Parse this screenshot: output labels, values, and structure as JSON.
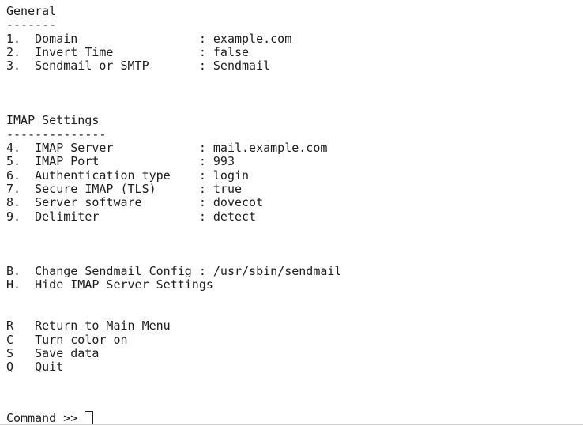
{
  "terminal": {
    "sections": [
      {
        "name": "general-section",
        "title": "General",
        "underline": "-------",
        "items": [
          {
            "key": "1.",
            "label": "Domain",
            "value": "example.com"
          },
          {
            "key": "2.",
            "label": "Invert Time",
            "value": "false"
          },
          {
            "key": "3.",
            "label": "Sendmail or SMTP",
            "value": "Sendmail"
          }
        ]
      },
      {
        "name": "imap-settings-section",
        "title": "IMAP Settings",
        "underline": "--------------",
        "items": [
          {
            "key": "4.",
            "label": "IMAP Server",
            "value": "mail.example.com"
          },
          {
            "key": "5.",
            "label": "IMAP Port",
            "value": "993"
          },
          {
            "key": "6.",
            "label": "Authentication type",
            "value": "login"
          },
          {
            "key": "7.",
            "label": "Secure IMAP (TLS)",
            "value": "true"
          },
          {
            "key": "8.",
            "label": "Server software",
            "value": "dovecot"
          },
          {
            "key": "9.",
            "label": "Delimiter",
            "value": "detect"
          }
        ]
      },
      {
        "name": "letter-options-section",
        "title": null,
        "underline": null,
        "items": [
          {
            "key": "B.",
            "label": "Change Sendmail Config",
            "value": "/usr/sbin/sendmail"
          },
          {
            "key": "H.",
            "label": "Hide IMAP Server Settings",
            "value": null
          }
        ]
      },
      {
        "name": "global-commands-section",
        "title": null,
        "underline": null,
        "items": [
          {
            "key": "R",
            "label": "Return to Main Menu",
            "value": null
          },
          {
            "key": "C",
            "label": "Turn color on",
            "value": null
          },
          {
            "key": "S",
            "label": "Save data",
            "value": null
          },
          {
            "key": "Q",
            "label": "Quit",
            "value": null
          }
        ]
      }
    ],
    "prompt": {
      "label": "Command >>"
    },
    "cursor": "empty-box-cursor"
  },
  "colors": {
    "background": "#ffffff",
    "text": "#1c1c1c",
    "window_border": "#d4d4d4"
  }
}
